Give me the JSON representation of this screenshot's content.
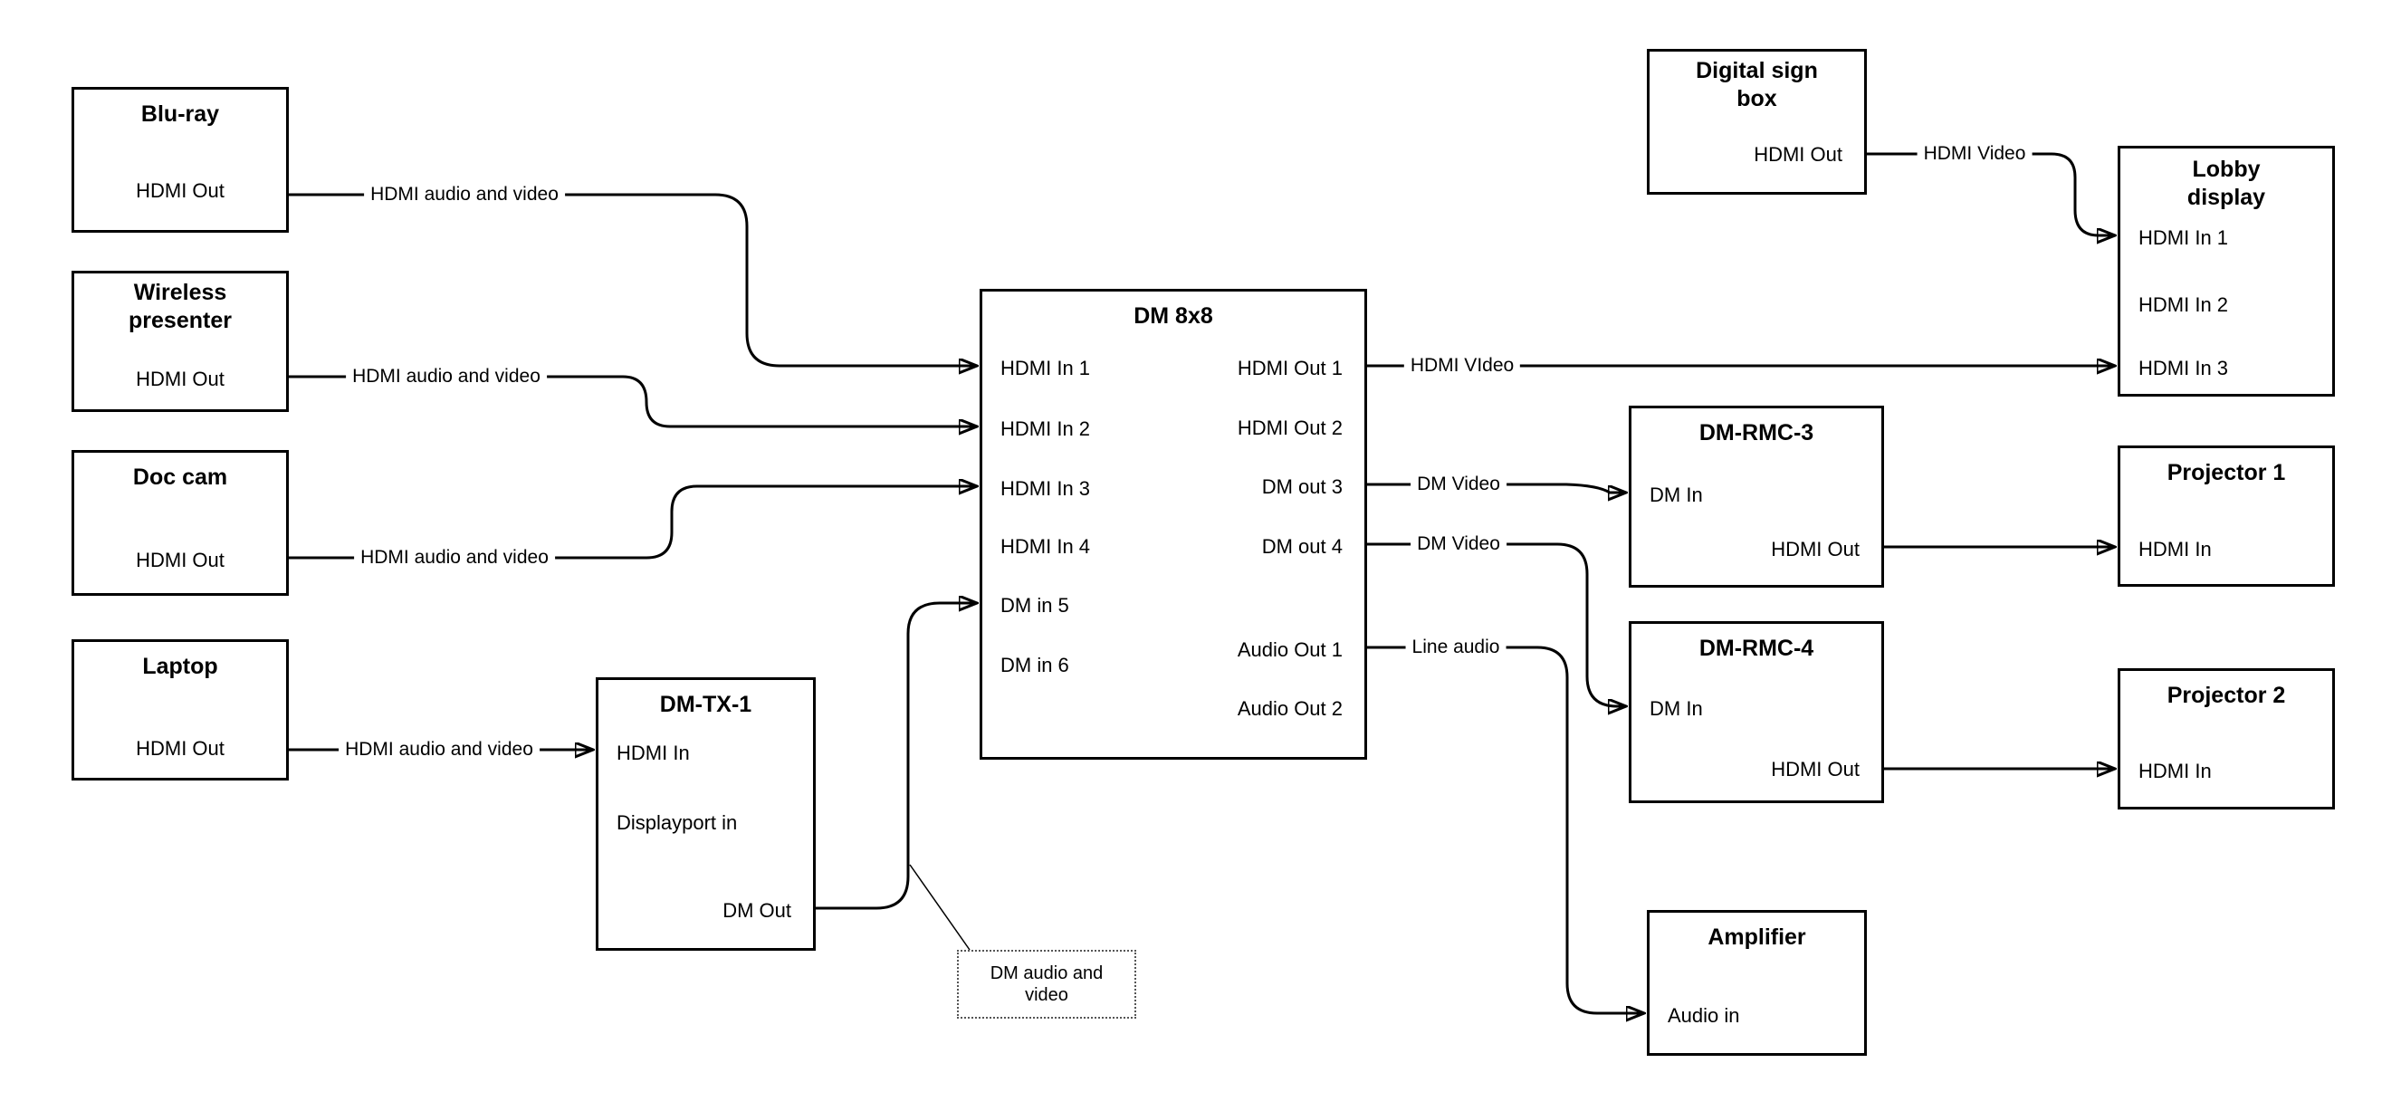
{
  "diagram": {
    "background": "#ffffff",
    "stroke_color": "#000000"
  },
  "nodes": {
    "bluray": {
      "title": "Blu-ray",
      "ports": {
        "hdmi_out": "HDMI Out"
      }
    },
    "wireless_presenter": {
      "title": "Wireless presenter",
      "ports": {
        "hdmi_out": "HDMI Out"
      }
    },
    "doc_cam": {
      "title": "Doc cam",
      "ports": {
        "hdmi_out": "HDMI Out"
      }
    },
    "laptop": {
      "title": "Laptop",
      "ports": {
        "hdmi_out": "HDMI Out"
      }
    },
    "dm_tx_1": {
      "title": "DM-TX-1",
      "ports": {
        "hdmi_in": "HDMI In",
        "displayport_in": "Displayport in",
        "dm_out": "DM Out"
      }
    },
    "dm_8x8": {
      "title": "DM 8x8",
      "ports": {
        "hdmi_in_1": "HDMI In 1",
        "hdmi_in_2": "HDMI In 2",
        "hdmi_in_3": "HDMI In 3",
        "hdmi_in_4": "HDMI In 4",
        "dm_in_5": "DM in 5",
        "dm_in_6": "DM in 6",
        "hdmi_out_1": "HDMI Out 1",
        "hdmi_out_2": "HDMI Out 2",
        "dm_out_3": "DM out 3",
        "dm_out_4": "DM out 4",
        "audio_out_1": "Audio Out 1",
        "audio_out_2": "Audio Out 2"
      }
    },
    "digital_sign_box": {
      "title": "Digital sign box",
      "ports": {
        "hdmi_out": "HDMI Out"
      }
    },
    "lobby_display": {
      "title": "Lobby display",
      "ports": {
        "hdmi_in_1": "HDMI In 1",
        "hdmi_in_2": "HDMI In 2",
        "hdmi_in_3": "HDMI In 3"
      }
    },
    "dm_rmc_3": {
      "title": "DM-RMC-3",
      "ports": {
        "dm_in": "DM In",
        "hdmi_out": "HDMI Out"
      }
    },
    "projector_1": {
      "title": "Projector 1",
      "ports": {
        "hdmi_in": "HDMI In"
      }
    },
    "dm_rmc_4": {
      "title": "DM-RMC-4",
      "ports": {
        "dm_in": "DM In",
        "hdmi_out": "HDMI Out"
      }
    },
    "projector_2": {
      "title": "Projector 2",
      "ports": {
        "hdmi_in": "HDMI In"
      }
    },
    "amplifier": {
      "title": "Amplifier",
      "ports": {
        "audio_in": "Audio in"
      }
    }
  },
  "edge_labels": {
    "bluray_to_dm": "HDMI audio and video",
    "wireless_to_dm": "HDMI audio and video",
    "doc_cam_to_dm": "HDMI audio and video",
    "laptop_to_tx": "HDMI audio and video",
    "hdmi_out_1_to_lobby": "HDMI VIdeo",
    "digital_sign_to_lobby": "HDMI Video",
    "dm_out_3_to_rmc3": "DM Video",
    "dm_out_4_to_rmc4": "DM Video",
    "audio_out_1_to_amp": "Line audio"
  },
  "callout": {
    "text": "DM audio and video"
  }
}
